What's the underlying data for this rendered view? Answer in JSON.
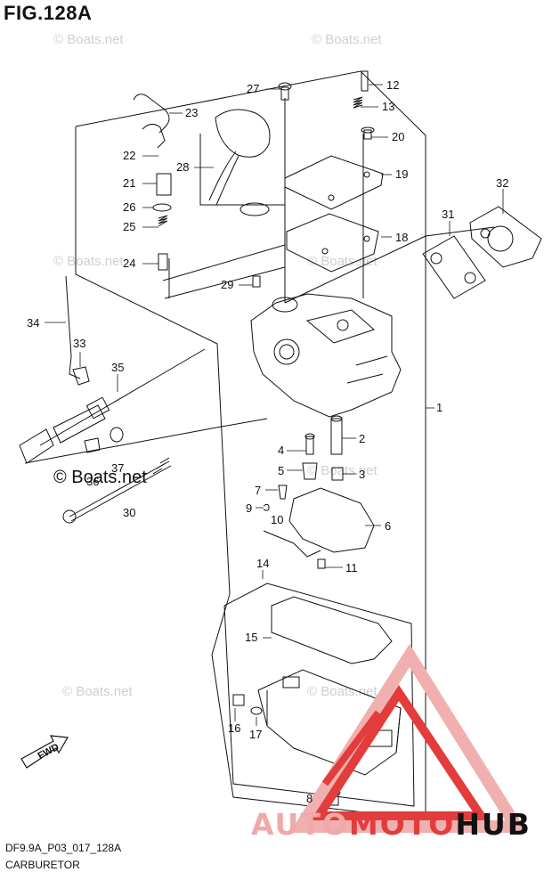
{
  "figure": {
    "title": "FIG.128A"
  },
  "footer": {
    "code": "DF9.9A_P03_017_128A",
    "name": "CARBURETOR"
  },
  "watermark": {
    "light": "© Boats.net",
    "dark": "© Boats.net"
  },
  "brand": {
    "part_a": "AUTO",
    "part_b": "MOTO",
    "part_c": "HUB",
    "colors": {
      "light": "#f0a8a8",
      "red": "#e23c3c",
      "dark": "#111111"
    }
  },
  "fwd_label": "FWD",
  "callouts": {
    "c1": "1",
    "c2": "2",
    "c3": "3",
    "c4": "4",
    "c5": "5",
    "c6": "6",
    "c7": "7",
    "c8": "8",
    "c9": "9",
    "c10": "10",
    "c11": "11",
    "c12": "12",
    "c13": "13",
    "c14": "14",
    "c15": "15",
    "c16": "16",
    "c17": "17",
    "c18": "18",
    "c19": "19",
    "c20": "20",
    "c21": "21",
    "c22": "22",
    "c23": "23",
    "c24": "24",
    "c25": "25",
    "c26": "26",
    "c27": "27",
    "c28": "28",
    "c29": "29",
    "c30": "30",
    "c31": "31",
    "c32": "32",
    "c33": "33",
    "c34": "34",
    "c35": "35",
    "c36": "36",
    "c37": "37"
  }
}
